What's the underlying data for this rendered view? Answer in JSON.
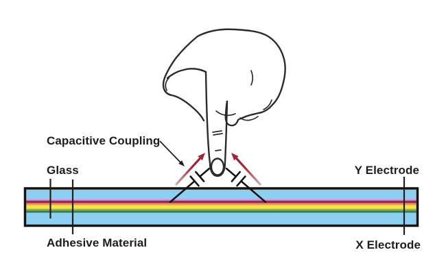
{
  "diagram": {
    "labels": {
      "capacitive_coupling": "Capacitive Coupling",
      "glass": "Glass",
      "adhesive_material": "Adhesive Material",
      "y_electrode": "Y Electrode",
      "x_electrode": "X Electrode"
    },
    "panel_layers": [
      {
        "name": "glass-top-layer",
        "color": "#8CCFF2",
        "height": 13
      },
      {
        "name": "lavender-film-layer",
        "color": "#C2A5DB",
        "height": 3
      },
      {
        "name": "y-electrode-layer",
        "color": "#A1294F",
        "height": 4
      },
      {
        "name": "orange-film-layer",
        "color": "#F09C41",
        "height": 3
      },
      {
        "name": "adhesive-layer",
        "color": "#F0E645",
        "height": 5
      },
      {
        "name": "green-film-layer",
        "color": "#8CBB45",
        "height": 2.5
      },
      {
        "name": "x-electrode-layer",
        "color": "#2D7F6F",
        "height": 3.5
      },
      {
        "name": "glass-bottom-layer",
        "color": "#8CCFF2",
        "height": 18
      }
    ],
    "colors": {
      "outline": "#1f1f1f",
      "coupling_arrow": "#A32638",
      "coupling_arrow_tail": "#C9AFA8",
      "background": "#FFFFFF"
    }
  }
}
